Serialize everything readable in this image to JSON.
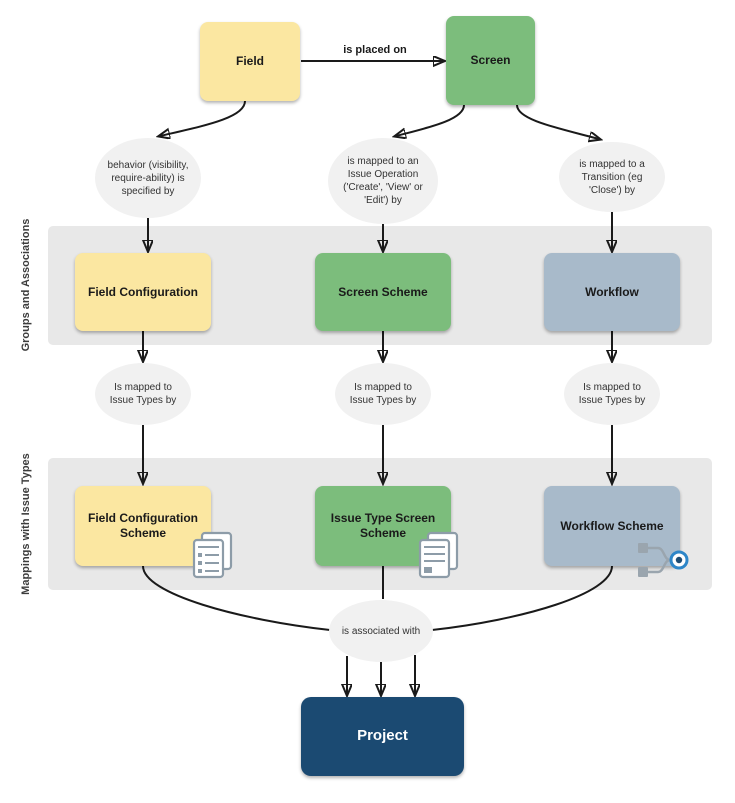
{
  "colors": {
    "yellow": "#FBE7A1",
    "green": "#7CBD7C",
    "blue_gray": "#A8BACA",
    "project_blue": "#1B4A72",
    "band_gray": "#E8E8E8",
    "ellipse_gray": "#F1F1F1",
    "arrow": "#1A1A1A"
  },
  "bands": {
    "groups": {
      "label": "Groups and Associations"
    },
    "mappings": {
      "label": "Mappings with Issue Types"
    }
  },
  "nodes": {
    "field": {
      "label": "Field"
    },
    "screen": {
      "label": "Screen"
    },
    "field_configuration": {
      "label": "Field Configuration"
    },
    "screen_scheme": {
      "label": "Screen Scheme"
    },
    "workflow": {
      "label": "Workflow"
    },
    "field_configuration_scheme": {
      "label": "Field Configuration Scheme"
    },
    "issue_type_screen_scheme": {
      "label": "Issue Type Screen Scheme"
    },
    "workflow_scheme": {
      "label": "Workflow Scheme"
    },
    "project": {
      "label": "Project"
    }
  },
  "edges": {
    "is_placed_on": {
      "label": "is placed on"
    },
    "behavior": {
      "label": "behavior (visibility, require-ability) is specified by"
    },
    "issue_operation": {
      "label": "is mapped to an Issue Operation ('Create', 'View' or 'Edit') by"
    },
    "transition": {
      "label": "is mapped to a Transition (eg 'Close') by"
    },
    "issue_types_field": {
      "label": "Is mapped to Issue Types by"
    },
    "issue_types_screen": {
      "label": "Is mapped to Issue Types by"
    },
    "issue_types_workflow": {
      "label": "Is mapped to Issue Types by"
    },
    "associated_with": {
      "label": "is associated with"
    }
  },
  "icons": {
    "scheme_document": "document-stack-icon",
    "workflow_share": "share-network-icon"
  }
}
